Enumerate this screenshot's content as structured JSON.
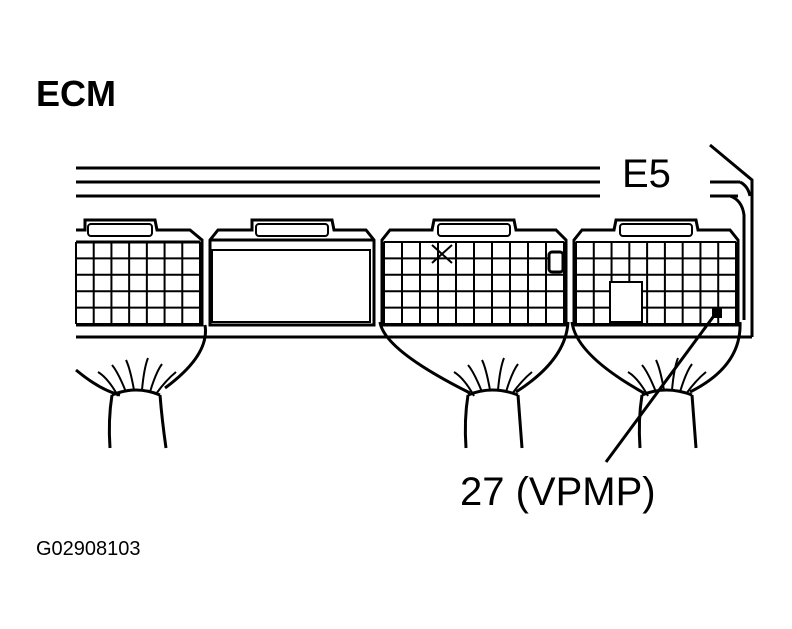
{
  "title": "ECM",
  "connector_label": "E5",
  "terminal_label": "27 (VPMP)",
  "figure_id": "G02908103",
  "connectors": [
    {
      "name": "connector-left",
      "has_grid": true
    },
    {
      "name": "connector-blank",
      "has_grid": false
    },
    {
      "name": "connector-middle",
      "has_grid": true
    },
    {
      "name": "connector-e5",
      "has_grid": true
    }
  ]
}
